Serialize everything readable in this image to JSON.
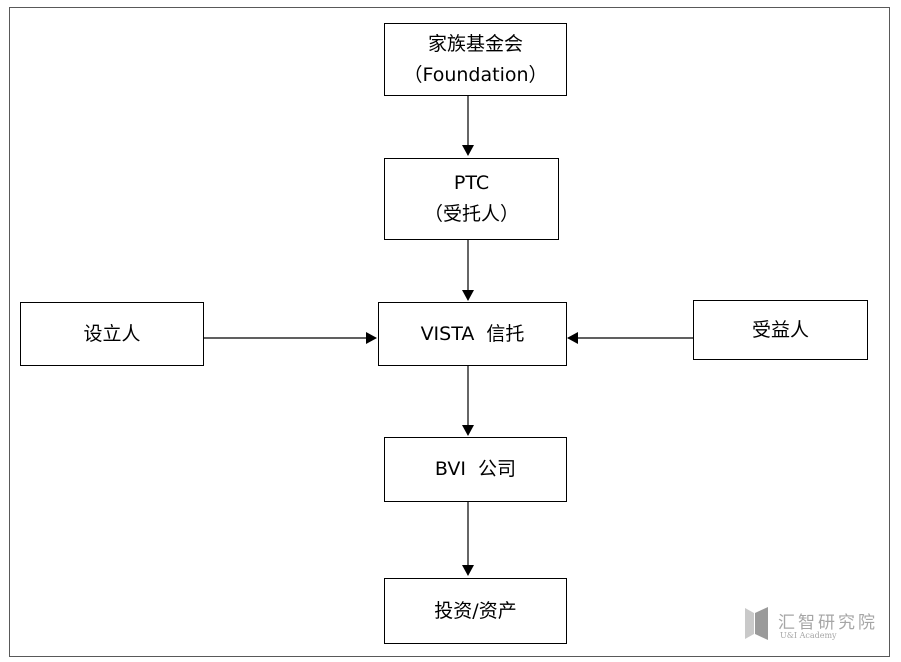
{
  "nodes": {
    "foundation": {
      "line1": "家族基金会",
      "line2": "（Foundation）"
    },
    "ptc": {
      "line1": "PTC",
      "line2": "（受托人）"
    },
    "settlor": {
      "label": "设立人"
    },
    "vista_trust": {
      "label": "VISTA  信托"
    },
    "beneficiary": {
      "label": "受益人"
    },
    "bvi_company": {
      "label": "BVI  公司"
    },
    "assets": {
      "label": "投资/资产"
    }
  },
  "watermark": {
    "name": "汇智研究院",
    "subtitle": "U&I Academy"
  },
  "colors": {
    "line": "#000000",
    "frame": "#595959",
    "watermark": "#a6a6a6"
  }
}
